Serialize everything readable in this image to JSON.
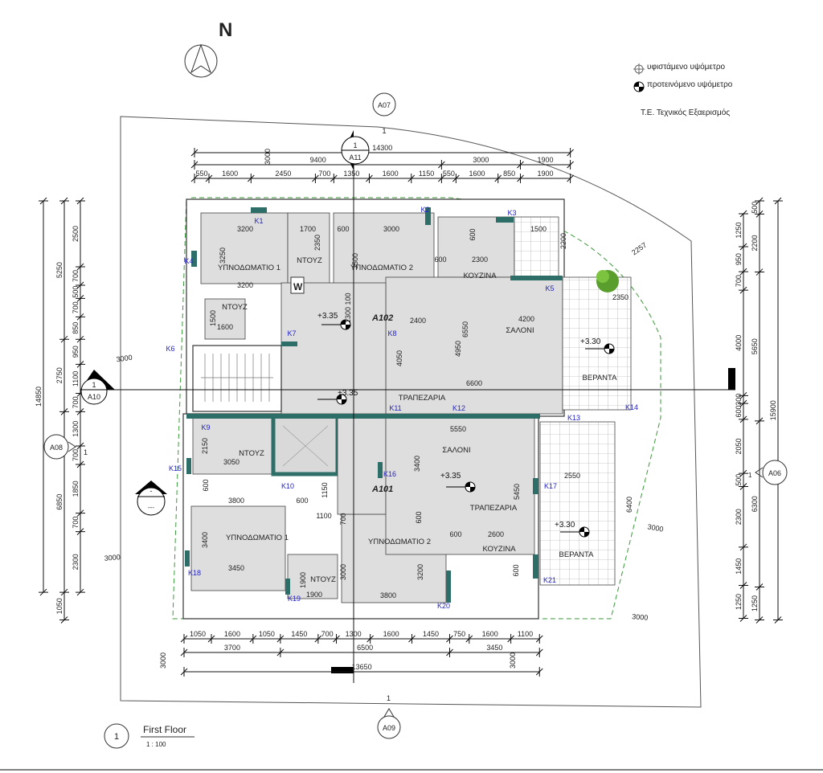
{
  "north_label": "N",
  "legend": {
    "existing_level": "υφιστάμενο υψόμετρο",
    "proposed_level": "προτεινόμενο υψόμετρο",
    "equipment": "Τ.Ε. Τεχνικός Εξαερισμός"
  },
  "title": {
    "number": "1",
    "name": "First Floor",
    "scale": "1 : 100"
  },
  "section_markers": {
    "a07": {
      "label": "A07",
      "num": "1"
    },
    "a11": {
      "label": "A11",
      "num": "1"
    },
    "a10": {
      "label": "A10",
      "num": "1"
    },
    "a08": {
      "label": "A08",
      "num": "1"
    },
    "a06": {
      "label": "A06",
      "num": "1"
    },
    "a09": {
      "label": "A09",
      "num": "1"
    },
    "unnamed": {
      "label": "---",
      "num": "-"
    }
  },
  "apartments": {
    "upper": "A102",
    "lower": "A101"
  },
  "rooms": {
    "upper_bedroom1": "ΥΠΝΟΔΩΜΑΤΙΟ 1",
    "upper_shower1": "ΝΤΟΥΖ",
    "upper_shower2": "ΝΤΟΥΖ",
    "upper_bedroom2": "ΥΠΝΟΔΩΜΑΤΙΟ 2",
    "upper_kitchen": "ΚΟΥΖΙΝΑ",
    "upper_living": "ΣΑΛΟΝΙ",
    "upper_dining": "ΤΡΑΠΕΖΑΡΙΑ",
    "upper_veranda": "ΒΕΡΑΝΤΑ",
    "lower_shower1": "ΝΤΟΥΖ",
    "lower_bedroom1": "ΥΠΝΟΔΩΜΑΤΙΟ 1",
    "lower_shower2": "ΝΤΟΥΖ",
    "lower_bedroom2": "ΥΠΝΟΔΩΜΑΤΙΟ 2",
    "lower_living": "ΣΑΛΟΝΙ",
    "lower_dining": "ΤΡΑΠΕΖΑΡΙΑ",
    "lower_kitchen": "ΚΟΥΖΙΝΑ",
    "lower_veranda": "ΒΕΡΑΝΤΑ",
    "wash": "W"
  },
  "levels": {
    "upper_corridor": "+3.35",
    "stair_landing": "+3.35",
    "lower_living": "+3.35",
    "upper_veranda": "+3.30",
    "lower_veranda": "+3.30"
  },
  "windows": [
    "K1",
    "K2",
    "K3",
    "K4",
    "K5",
    "K6",
    "K7",
    "K8",
    "K9",
    "K10",
    "K11",
    "K12",
    "K13",
    "K14",
    "K15",
    "K16",
    "K17",
    "K18",
    "K19",
    "K20",
    "K21"
  ],
  "dims": {
    "top_overall": [
      "14300"
    ],
    "top_mid": [
      "9400",
      "3000",
      "1900"
    ],
    "top_chain": [
      "550",
      "1600",
      "2450",
      "700",
      "1350",
      "1600",
      "1150",
      "550",
      "1600",
      "850",
      "1900"
    ],
    "bottom_chain": [
      "1050",
      "1600",
      "1050",
      "1450",
      "700",
      "1300",
      "1600",
      "1450",
      "750",
      "1600",
      "1100"
    ],
    "bottom_mid": [
      "3700",
      "6500",
      "3450"
    ],
    "bottom_overall": [
      "13650"
    ],
    "left_overall": [
      "14850"
    ],
    "left_mid": [
      "5250",
      "2750",
      "6850",
      "1050"
    ],
    "left_chain": [
      "2500",
      "700",
      "500",
      "700",
      "850",
      "950",
      "1100",
      "700",
      "1300",
      "700",
      "1850",
      "700",
      "2300"
    ],
    "right_chain": [
      "1250",
      "950",
      "700",
      "4000",
      "300",
      "600",
      "2050",
      "500",
      "2300",
      "1450",
      "1250"
    ],
    "right_mid": [
      "500",
      "2200",
      "5650",
      "6300",
      "1250"
    ],
    "right_overall": [
      "15900"
    ]
  },
  "interior_dims": [
    "3200",
    "1700",
    "600",
    "3000",
    "2350",
    "3250",
    "3500",
    "3200",
    "600",
    "2300",
    "1500",
    "2200",
    "2350",
    "2257",
    "600",
    "4200",
    "2400",
    "6550",
    "4950",
    "4050",
    "6600",
    "1600",
    "1500",
    "1300",
    "100",
    "3000",
    "5550",
    "3400",
    "5450",
    "2550",
    "2600",
    "600",
    "600",
    "600",
    "3000",
    "3200",
    "3800",
    "3050",
    "2150",
    "600",
    "3800",
    "600",
    "1150",
    "1100",
    "700",
    "3400",
    "3450",
    "1900",
    "1900",
    "3000",
    "3000",
    "3000",
    "6400",
    "3000",
    "3000",
    "3000"
  ]
}
